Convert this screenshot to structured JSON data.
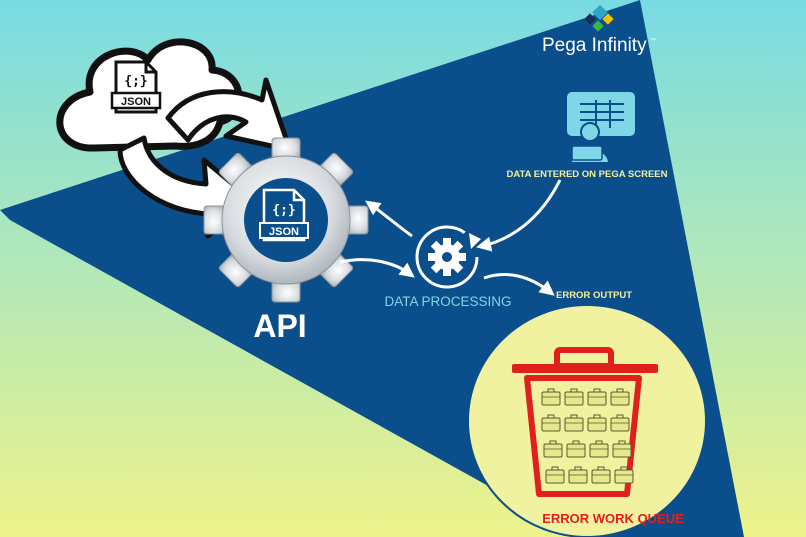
{
  "brand": {
    "name": "Pega Infinity",
    "trademark": "™"
  },
  "cloud": {
    "file_icon_text": "{;}",
    "file_label": "JSON"
  },
  "api": {
    "file_icon_text": "{;}",
    "file_label": "JSON",
    "label": "API"
  },
  "steps": {
    "data_entered": "DATA ENTERED ON PEGA SCREEN",
    "data_processing": "DATA PROCESSING",
    "error_output": "ERROR OUTPUT",
    "error_work_queue": "ERROR WORK QUEUE"
  },
  "colors": {
    "background_top": "#7fdde0",
    "background_bottom": "#eaf08a",
    "panel_blue": "#0b4e8c",
    "label_yellow": "#f2f29a",
    "label_cyan": "#7fd6e6",
    "trash_red": "#e0201c",
    "queue_fill": "#f0f2a0"
  },
  "icons": [
    "cloud-icon",
    "json-file-icon",
    "sync-arrows-icon",
    "gear-icon",
    "monitor-icon",
    "processing-gear-icon",
    "trash-bin-icon",
    "case-icon"
  ]
}
